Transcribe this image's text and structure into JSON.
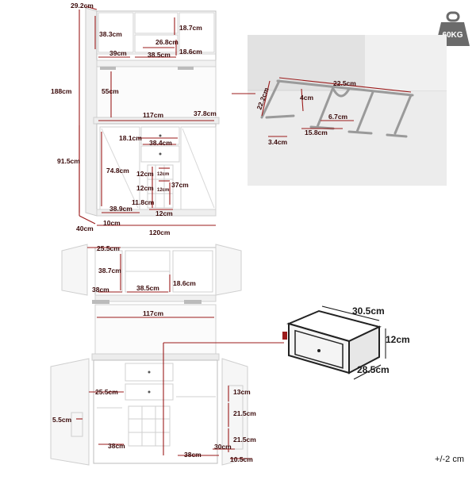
{
  "weight_badge": {
    "label": "60KG",
    "color": "#6b6b6b"
  },
  "top_dims": {
    "depth_top": "29.2cm",
    "height_total": "188cm",
    "upper_door_h": "38.3cm",
    "upper_mid_w": "26.8cm",
    "upper_right_h": "18.7cm",
    "upper_left_w": "39cm",
    "upper_center_w": "38.5cm",
    "upper_right_sh": "18.6cm",
    "hutch_h": "55cm",
    "counter_w": "117cm",
    "counter_right": "37.8cm",
    "drawer_w": "18.1cm",
    "drawer_w2": "38.4cm",
    "side_h": "91.5cm",
    "lower_door_h": "74.8cm",
    "wine_a": "12cm",
    "wine_b": "12cm",
    "wine_c": "12cm",
    "wine_d": "12cm",
    "wine_e": "37cm",
    "wine_f": "11.8cm",
    "lower_left_w": "38.9cm",
    "wine_bottom": "12cm",
    "base_h": "10cm",
    "depth_bottom": "40cm",
    "width_total": "120cm"
  },
  "rack_dims": {
    "length": "22.5cm",
    "depth": "22.2cm",
    "drop": "4cm",
    "slot": "6.7cm",
    "span": "15.8cm",
    "foot": "3.4cm"
  },
  "open_dims": {
    "door_w": "25.5cm",
    "upper_h": "38.7cm",
    "left_w": "38cm",
    "center_w": "38.5cm",
    "shelf_h": "18.6cm",
    "counter_w": "117cm",
    "door_w_low": "25.5cm",
    "door_shelf": "5.5cm",
    "lower_left": "38cm",
    "lower_center": "38cm",
    "r_top": "13cm",
    "r_mid": "21.5cm",
    "r_low": "21.5cm",
    "r_depth": "30cm",
    "r_side": "10.5cm"
  },
  "drawer_dims": {
    "width": "30.5cm",
    "height": "12cm",
    "depth": "28.5cm"
  },
  "tolerance": "+/-2 cm"
}
